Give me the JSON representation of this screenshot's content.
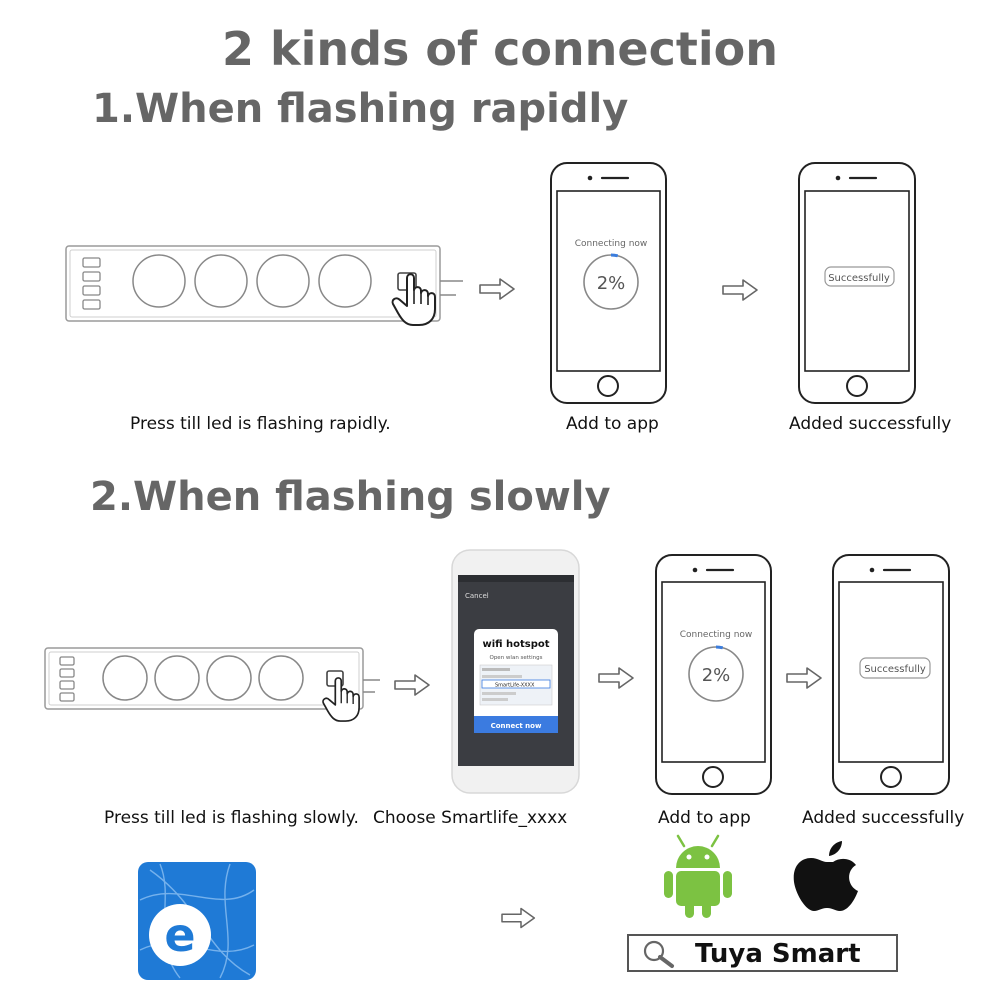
{
  "title": "2 kinds of connection",
  "section1": {
    "heading": "1.When flashing rapidly",
    "captions": [
      "Press till led is flashing rapidly.",
      "Add to app",
      "Added successfully"
    ],
    "phone1": {
      "status": "Connecting now",
      "progress": "2%",
      "progress_fraction": 0.02
    },
    "phone2": {
      "badge": "Successfully"
    }
  },
  "section2": {
    "heading": "2.When flashing slowly",
    "captions": [
      "Press till led is flashing slowly.",
      "Choose Smartlife_xxxx",
      "Add to app",
      "Added successfully"
    ],
    "hotspot_phone": {
      "cancel": "Cancel",
      "dialog_title": "wifi hotspot",
      "dialog_subtitle": "Open wlan settings",
      "network": "SmartLife-XXXX",
      "button": "Connect now"
    },
    "phone1": {
      "status": "Connecting now",
      "progress": "2%",
      "progress_fraction": 0.02
    },
    "phone2": {
      "badge": "Successfully"
    }
  },
  "apps": {
    "ewelink_logo_letter": "e",
    "search_text": "Tuya Smart",
    "icons": [
      "ewelink-app-icon",
      "android-icon",
      "apple-icon",
      "magnifier-icon"
    ]
  },
  "colors": {
    "heading": "#666666",
    "ewelink_blue": "#1f7ad6",
    "android_green": "#7cc242",
    "progress_blue": "#3b7ddd",
    "connect_button": "#3b7be0"
  }
}
